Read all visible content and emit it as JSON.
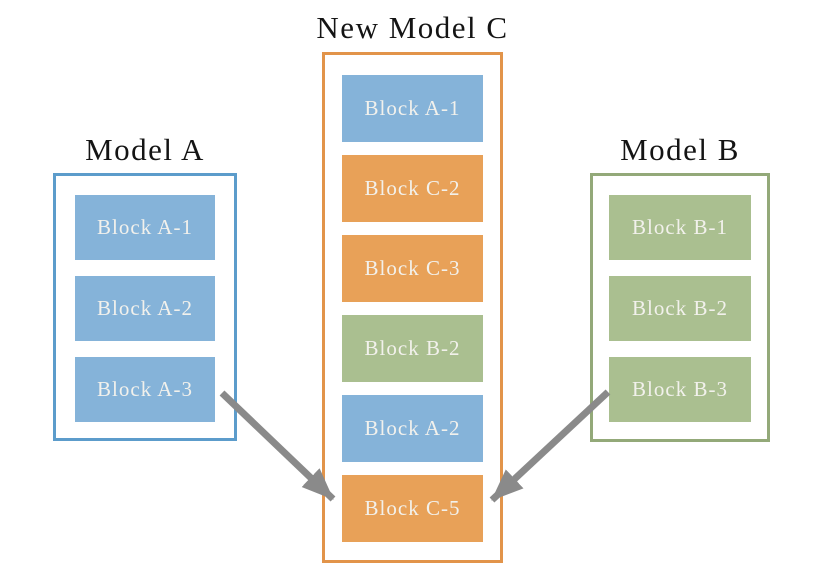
{
  "colors": {
    "blue": "#85B3D9",
    "blue-border": "#5C9CCB",
    "orange": "#E8A158",
    "orange-border": "#E2944A",
    "green": "#AABF90",
    "green-border": "#93A979",
    "arrow": "#8A8A8A",
    "block-text": "#F2F1EC",
    "title-text": "#141414"
  },
  "models": {
    "a": {
      "title": "Model A",
      "blocks": [
        {
          "label": "Block A-1",
          "color": "blue"
        },
        {
          "label": "Block A-2",
          "color": "blue"
        },
        {
          "label": "Block A-3",
          "color": "blue"
        }
      ]
    },
    "c": {
      "title": "New Model C",
      "blocks": [
        {
          "label": "Block A-1",
          "color": "blue"
        },
        {
          "label": "Block C-2",
          "color": "orange"
        },
        {
          "label": "Block C-3",
          "color": "orange"
        },
        {
          "label": "Block B-2",
          "color": "green"
        },
        {
          "label": "Block A-2",
          "color": "blue"
        },
        {
          "label": "Block C-5",
          "color": "orange"
        }
      ]
    },
    "b": {
      "title": "Model B",
      "blocks": [
        {
          "label": "Block B-1",
          "color": "green"
        },
        {
          "label": "Block B-2",
          "color": "green"
        },
        {
          "label": "Block B-3",
          "color": "green"
        }
      ]
    }
  },
  "arrows": [
    {
      "from": "Model A / Block A-3",
      "to": "New Model C / Block C-5"
    },
    {
      "from": "Model B / Block B-3",
      "to": "New Model C / Block C-5"
    }
  ]
}
